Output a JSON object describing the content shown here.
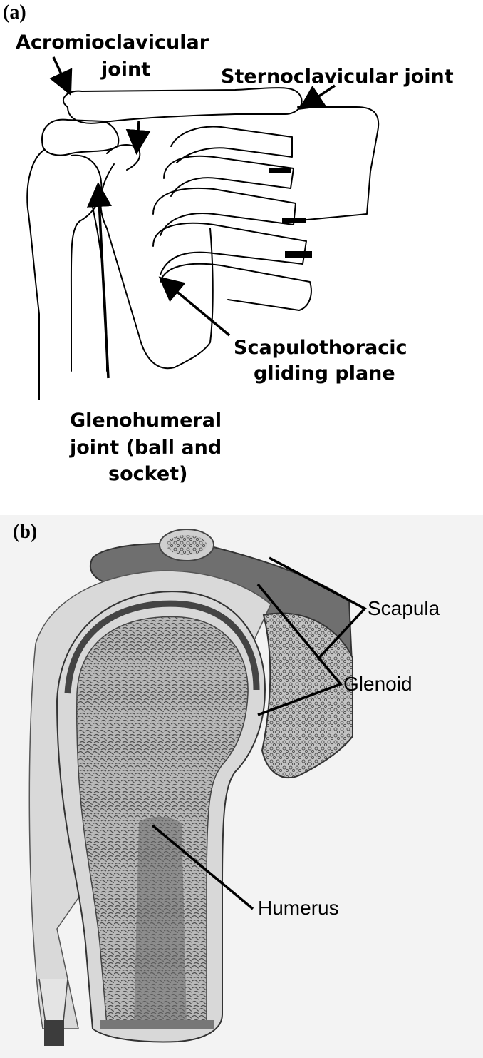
{
  "panel_a": {
    "tag": "(a)",
    "labels": {
      "acromioclavicular_1": "Acromioclavicular",
      "acromioclavicular_2": "joint",
      "sternoclavicular": "Sternoclavicular joint",
      "scapulothoracic_1": "Scapulothoracic",
      "scapulothoracic_2": "gliding plane",
      "glenohumeral_1": "Glenohumeral",
      "glenohumeral_2": "joint (ball and",
      "glenohumeral_3": "socket)"
    }
  },
  "panel_b": {
    "tag": "(b)",
    "labels": {
      "scapula": "Scapula",
      "glenoid": "Glenoid",
      "humerus": "Humerus"
    }
  },
  "colors": {
    "ink": "#000000",
    "bone_section": "#b5b5b5",
    "bone_texture": "#5a5a5a",
    "scapula_shade": "#6f6f6f",
    "background_b": "#f3f3f3"
  },
  "icons": [
    "arrow-icon"
  ]
}
